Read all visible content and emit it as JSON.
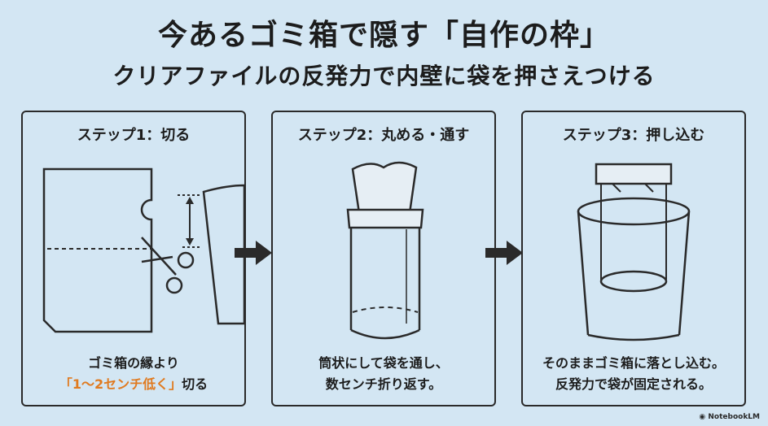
{
  "header": {
    "title": "今あるゴミ箱で隠す「自作の枠」",
    "subtitle": "クリアファイルの反発力で内壁に袋を押さえつける"
  },
  "steps": [
    {
      "title": "ステップ1：切る",
      "desc_line1": "ゴミ箱の縁より",
      "desc_highlight": "「1～2センチ低く」",
      "desc_line2_rest": "切る"
    },
    {
      "title": "ステップ2：丸める・通す",
      "desc_line1": "筒状にして袋を通し、",
      "desc_line2": "数センチ折り返す。"
    },
    {
      "title": "ステップ3：押し込む",
      "desc_line1": "そのままゴミ箱に落とし込む。",
      "desc_line2": "反発力で袋が固定される。"
    }
  ],
  "branding": {
    "text": "NotebookLM"
  },
  "colors": {
    "background": "#d3e6f3",
    "accent": "#e07a1f",
    "stroke": "#2a2a2a"
  }
}
